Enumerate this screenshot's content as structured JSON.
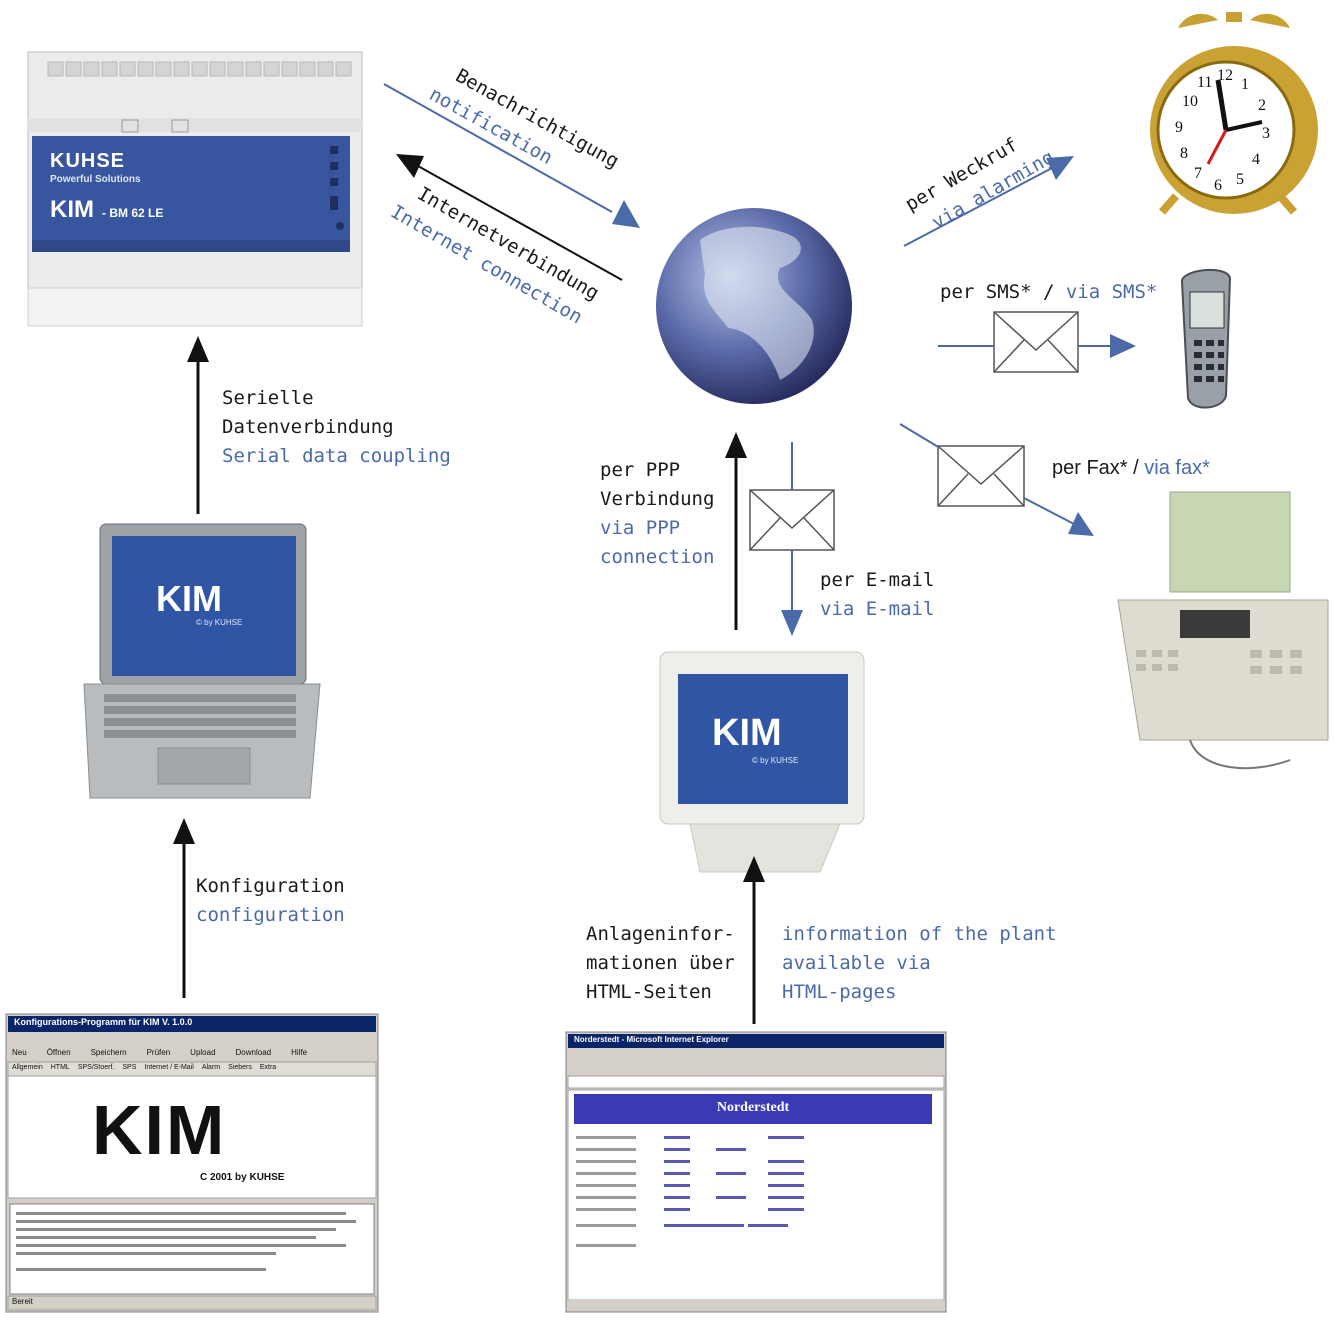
{
  "device": {
    "brand": "KUHSE",
    "tagline": "Powerful Solutions",
    "logo": "KIM",
    "model": "- BM 62 LE"
  },
  "laptop": {
    "logo": "KIM",
    "sub": "© by KUHSE"
  },
  "monitor": {
    "logo": "KIM",
    "sub": "© by KUHSE"
  },
  "software": {
    "window_title": "Konfigurations-Programm für KIM V. 1.0.0",
    "logo": "KIM",
    "copyright": "C 2001 by KUHSE",
    "toolbar": [
      "Neu",
      "Öffnen",
      "Speichern",
      "Prüfen",
      "Upload",
      "Download",
      "Hilfe"
    ],
    "tabs": [
      "Allgemein",
      "HTML",
      "SPS/Stoerf.",
      "SPS",
      "Internet / E-Mail",
      "Alarm",
      "Siebers",
      "Extra"
    ],
    "status": "Bereit"
  },
  "browser": {
    "window_title": "Norderstedt - Microsoft Internet Explorer",
    "page_heading": "Norderstedt"
  },
  "labels": {
    "notification_de": "Benachrichtigung",
    "notification_en": "notification",
    "internet_de": "Internetverbindung",
    "internet_en": "Internet connection",
    "alarm_de": "per Weckruf",
    "alarm_en": "via alarming",
    "sms_de": "per SMS* /",
    "sms_en": "via SMS*",
    "fax_de": "per Fax* /",
    "fax_en": "via fax*",
    "ppp_de_1": "per PPP",
    "ppp_de_2": "Verbindung",
    "ppp_en_1": "via PPP",
    "ppp_en_2": "connection",
    "email_de": "per E-mail",
    "email_en": "via E-mail",
    "serial_de_1": "Serielle",
    "serial_de_2": "Datenverbindung",
    "serial_en": "Serial data coupling",
    "config_de": "Konfiguration",
    "config_en": "configuration",
    "plant_de_1": "Anlageninfor-",
    "plant_de_2": "mationen über",
    "plant_de_3": "HTML-Seiten",
    "plant_en_1": "information of the plant",
    "plant_en_2": "available via",
    "plant_en_3": "HTML-pages"
  },
  "colors": {
    "blue": "#4a6aa8",
    "black": "#111111"
  }
}
